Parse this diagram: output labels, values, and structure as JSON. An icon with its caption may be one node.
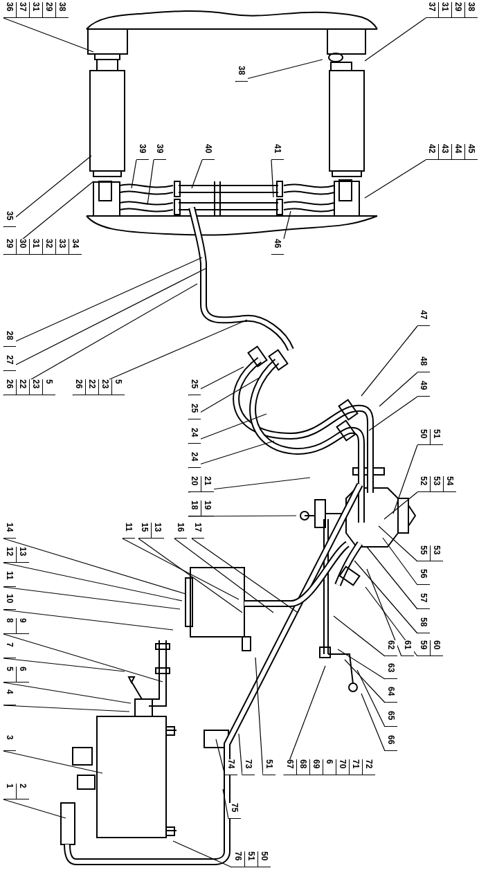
{
  "diagram": {
    "nodes": [
      {
        "text": [
          "36",
          "37",
          "31",
          "29",
          "38"
        ]
      },
      {
        "text": [
          "37",
          "31",
          "29",
          "38"
        ]
      },
      {
        "text": [
          "38"
        ]
      },
      {
        "text": [
          "39"
        ]
      },
      {
        "text": [
          "39"
        ]
      },
      {
        "text": [
          "40"
        ]
      },
      {
        "text": [
          "41"
        ]
      },
      {
        "text": [
          "42",
          "43",
          "44",
          "45"
        ]
      },
      {
        "text": [
          "35"
        ]
      },
      {
        "text": [
          "29",
          "30",
          "31",
          "32",
          "33",
          "34"
        ]
      },
      {
        "text": [
          "46"
        ]
      },
      {
        "text": [
          "28"
        ]
      },
      {
        "text": [
          "27"
        ]
      },
      {
        "text": [
          "26",
          "22",
          "23",
          "5"
        ]
      },
      {
        "text": [
          "26",
          "22",
          "23",
          "5"
        ]
      },
      {
        "text": [
          "25"
        ]
      },
      {
        "text": [
          "25"
        ]
      },
      {
        "text": [
          "24"
        ]
      },
      {
        "text": [
          "24"
        ]
      },
      {
        "text": [
          "20",
          "21"
        ]
      },
      {
        "text": [
          "18",
          "19"
        ]
      },
      {
        "text": [
          "14"
        ]
      },
      {
        "text": [
          "12",
          "13"
        ]
      },
      {
        "text": [
          "11"
        ]
      },
      {
        "text": [
          "10"
        ]
      },
      {
        "text": [
          "8",
          "9"
        ]
      },
      {
        "text": [
          "7"
        ]
      },
      {
        "text": [
          "5",
          "6"
        ]
      },
      {
        "text": [
          "4"
        ]
      },
      {
        "text": [
          "3"
        ]
      },
      {
        "text": [
          "1",
          "2"
        ]
      },
      {
        "text": [
          "11"
        ]
      },
      {
        "text": [
          "15",
          "13"
        ]
      },
      {
        "text": [
          "16"
        ]
      },
      {
        "text": [
          "17"
        ]
      },
      {
        "text": [
          "47"
        ]
      },
      {
        "text": [
          "48"
        ]
      },
      {
        "text": [
          "49"
        ]
      },
      {
        "text": [
          "50",
          "51"
        ]
      },
      {
        "text": [
          "52",
          "53",
          "54"
        ]
      },
      {
        "text": [
          "55",
          "53"
        ]
      },
      {
        "text": [
          "56"
        ]
      },
      {
        "text": [
          "57"
        ]
      },
      {
        "text": [
          "58"
        ]
      },
      {
        "text": [
          "62"
        ]
      },
      {
        "text": [
          "61"
        ]
      },
      {
        "text": [
          "59",
          "60"
        ]
      },
      {
        "text": [
          "63"
        ]
      },
      {
        "text": [
          "64"
        ]
      },
      {
        "text": [
          "65"
        ]
      },
      {
        "text": [
          "66"
        ]
      },
      {
        "text": [
          "74"
        ]
      },
      {
        "text": [
          "73"
        ]
      },
      {
        "text": [
          "51"
        ]
      },
      {
        "text": [
          "67",
          "68",
          "69",
          "6",
          "70",
          "71",
          "72"
        ]
      },
      {
        "text": [
          "75"
        ]
      },
      {
        "text": [
          "76",
          "51",
          "50"
        ]
      }
    ],
    "edges": [
      {
        "from": 0,
        "to": null,
        "arrow": "none"
      },
      {
        "from": 1,
        "to": null,
        "arrow": "none"
      },
      {
        "from": 2,
        "to": null,
        "arrow": "none"
      },
      {
        "from": 3,
        "to": null,
        "arrow": "none"
      },
      {
        "from": 4,
        "to": null,
        "arrow": "none"
      },
      {
        "from": 5,
        "to": null,
        "arrow": "none"
      },
      {
        "from": 6,
        "to": null,
        "arrow": "none"
      },
      {
        "from": 7,
        "to": null,
        "arrow": "none"
      },
      {
        "from": 8,
        "to": null,
        "arrow": "none"
      },
      {
        "from": 9,
        "to": null,
        "arrow": "none"
      },
      {
        "from": 10,
        "to": null,
        "arrow": "none"
      },
      {
        "from": 11,
        "to": null,
        "arrow": "none"
      },
      {
        "from": 12,
        "to": null,
        "arrow": "none"
      },
      {
        "from": 13,
        "to": null,
        "arrow": "none"
      },
      {
        "from": 14,
        "to": null,
        "arrow": "none"
      },
      {
        "from": 15,
        "to": null,
        "arrow": "none"
      },
      {
        "from": 16,
        "to": null,
        "arrow": "none"
      },
      {
        "from": 17,
        "to": null,
        "arrow": "none"
      },
      {
        "from": 18,
        "to": null,
        "arrow": "none"
      },
      {
        "from": 19,
        "to": null,
        "arrow": "none"
      },
      {
        "from": 20,
        "to": null,
        "arrow": "none"
      },
      {
        "from": 21,
        "to": null,
        "arrow": "none"
      },
      {
        "from": 22,
        "to": null,
        "arrow": "none"
      },
      {
        "from": 23,
        "to": null,
        "arrow": "none"
      },
      {
        "from": 24,
        "to": null,
        "arrow": "none"
      },
      {
        "from": 25,
        "to": null,
        "arrow": "none"
      },
      {
        "from": 26,
        "to": null,
        "arrow": "none"
      },
      {
        "from": 27,
        "to": null,
        "arrow": "none"
      },
      {
        "from": 28,
        "to": null,
        "arrow": "none"
      },
      {
        "from": 29,
        "to": null,
        "arrow": "none"
      },
      {
        "from": 30,
        "to": null,
        "arrow": "none"
      },
      {
        "from": 31,
        "to": null,
        "arrow": "none"
      },
      {
        "from": 32,
        "to": null,
        "arrow": "none"
      },
      {
        "from": 33,
        "to": null,
        "arrow": "none"
      },
      {
        "from": 34,
        "to": null,
        "arrow": "none"
      },
      {
        "from": 35,
        "to": null,
        "arrow": "none"
      },
      {
        "from": 36,
        "to": null,
        "arrow": "none"
      },
      {
        "from": 37,
        "to": null,
        "arrow": "none"
      },
      {
        "from": 38,
        "to": null,
        "arrow": "none"
      },
      {
        "from": 39,
        "to": null,
        "arrow": "none"
      },
      {
        "from": 40,
        "to": null,
        "arrow": "none"
      },
      {
        "from": 41,
        "to": null,
        "arrow": "none"
      },
      {
        "from": 42,
        "to": null,
        "arrow": "none"
      },
      {
        "from": 43,
        "to": null,
        "arrow": "none"
      },
      {
        "from": 44,
        "to": null,
        "arrow": "none"
      },
      {
        "from": 45,
        "to": null,
        "arrow": "none"
      },
      {
        "from": 46,
        "to": null,
        "arrow": "none"
      },
      {
        "from": 47,
        "to": null,
        "arrow": "none"
      },
      {
        "from": 48,
        "to": null,
        "arrow": "none"
      },
      {
        "from": 49,
        "to": null,
        "arrow": "none"
      },
      {
        "from": 50,
        "to": null,
        "arrow": "none"
      },
      {
        "from": 51,
        "to": null,
        "arrow": "none"
      },
      {
        "from": 52,
        "to": null,
        "arrow": "none"
      },
      {
        "from": 53,
        "to": null,
        "arrow": "none"
      },
      {
        "from": 54,
        "to": null,
        "arrow": "none"
      },
      {
        "from": 55,
        "to": null,
        "arrow": "none"
      },
      {
        "from": 56,
        "to": null,
        "arrow": "none"
      }
    ]
  }
}
